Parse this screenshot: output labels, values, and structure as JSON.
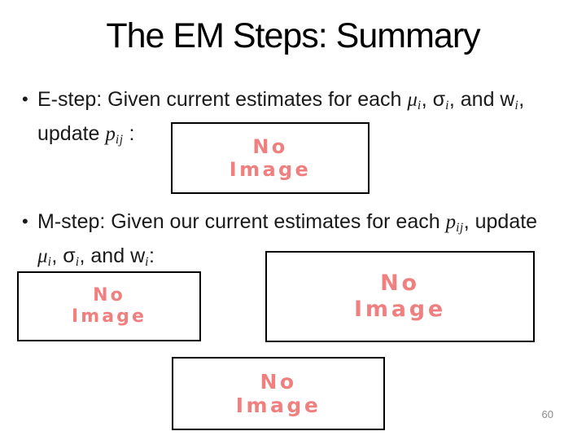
{
  "slide": {
    "title": "The EM Steps: Summary",
    "bullet_char": "•",
    "page_number": "60"
  },
  "bullets": [
    {
      "lines": [
        {
          "segments": [
            {
              "t": "E-step: Given current estimates for each ",
              "s": ""
            },
            {
              "t": "μ",
              "s": "math"
            },
            {
              "t": "i",
              "s": "sub"
            },
            {
              "t": ", σ",
              "s": ""
            },
            {
              "t": "i",
              "s": "sub"
            },
            {
              "t": ", and w",
              "s": ""
            },
            {
              "t": "i",
              "s": "sub"
            },
            {
              "t": ",",
              "s": ""
            }
          ]
        },
        {
          "segments": [
            {
              "t": "update ",
              "s": ""
            },
            {
              "t": "p",
              "s": "math"
            },
            {
              "t": "ij",
              "s": "sub"
            },
            {
              "t": " :",
              "s": ""
            }
          ]
        }
      ]
    },
    {
      "lines": [
        {
          "segments": [
            {
              "t": "M-step: Given our current estimates for each ",
              "s": ""
            },
            {
              "t": "p",
              "s": "math"
            },
            {
              "t": "ij",
              "s": "sub"
            },
            {
              "t": ", update",
              "s": ""
            }
          ]
        },
        {
          "segments": [
            {
              "t": "μ",
              "s": "math"
            },
            {
              "t": "i",
              "s": "sub"
            },
            {
              "t": ", σ",
              "s": ""
            },
            {
              "t": "i",
              "s": "sub"
            },
            {
              "t": ", and w",
              "s": ""
            },
            {
              "t": "i",
              "s": "sub"
            },
            {
              "t": ":",
              "s": ""
            }
          ]
        }
      ]
    }
  ],
  "placeholder": {
    "line1": "No",
    "line2": "Image"
  },
  "colors": {
    "no_image": "#f08080",
    "box_border": "#000000",
    "page_number": "#8c8c8c"
  }
}
